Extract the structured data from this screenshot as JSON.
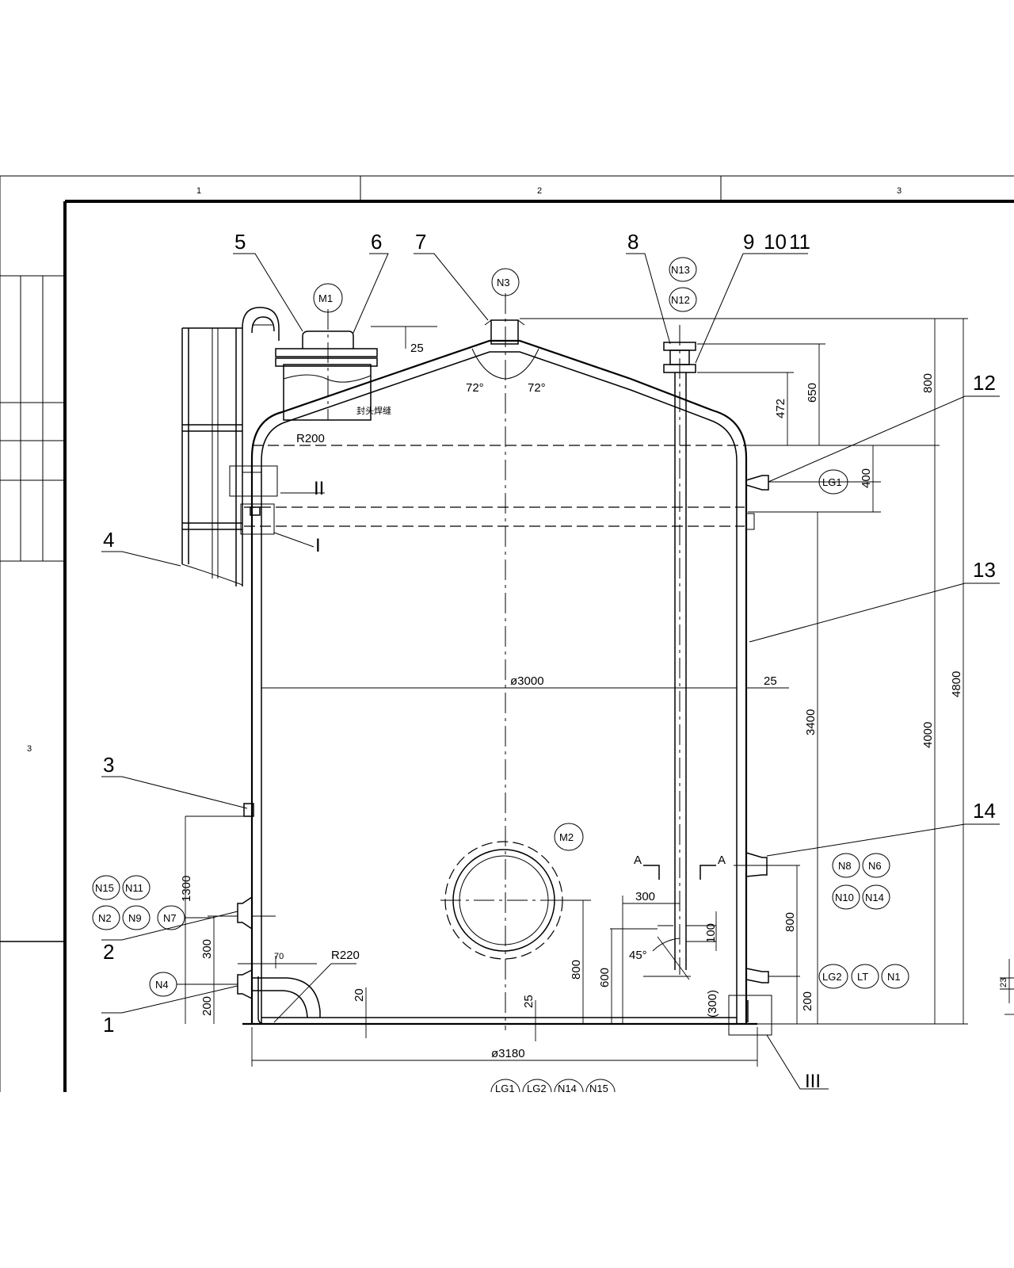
{
  "title_block": {
    "zone_1": "1",
    "zone_2": "2",
    "zone_3": "3",
    "side_mark": "3"
  },
  "part_numbers": [
    "5",
    "6",
    "7",
    "8",
    "9",
    "10",
    "11",
    "12",
    "13",
    "4",
    "3",
    "2",
    "1",
    "14"
  ],
  "detail_marks": {
    "d2": "II",
    "d1": "I",
    "d3": "III"
  },
  "section_marks": {
    "left": "A",
    "right": "A"
  },
  "nozzles": {
    "m1": "M1",
    "n3": "N3",
    "n13": "N13",
    "n12": "N12",
    "lc1": "LG1",
    "m2": "M2",
    "n8": "N8",
    "n6": "N6",
    "n10": "N10",
    "n14": "N14",
    "lg2": "LG2",
    "lt": "LT",
    "n1": "N1",
    "n15": "N15",
    "n11": "N11",
    "n2": "N2",
    "n9": "N9",
    "n7": "N7",
    "n4": "N4",
    "b1": "LG1",
    "b2": "LG2",
    "b3": "N14",
    "b4": "N15"
  },
  "dimensions": {
    "d_25_roof": "25",
    "angle_left": "72°",
    "angle_right": "72°",
    "r200": "R200",
    "weld_note": "封头焊缝",
    "d650": "650",
    "d472": "472",
    "d800_top": "800",
    "d400": "400",
    "dia3000": "ø3000",
    "d25_shell": "25",
    "d3400": "3400",
    "d4000": "4000",
    "d4800": "4800",
    "d1300": "1300",
    "d300_left": "300",
    "d200_left": "200",
    "d70": "70",
    "r220": "R220",
    "d20": "20",
    "d25_bottom": "25",
    "d800_manway": "800",
    "d300_pipe": "300",
    "d100": "100",
    "angle45": "45°",
    "d600": "600",
    "d300_paren": "(300)",
    "d800_right": "800",
    "d200_right": "200",
    "dia3180": "ø3180",
    "d23": "23"
  }
}
